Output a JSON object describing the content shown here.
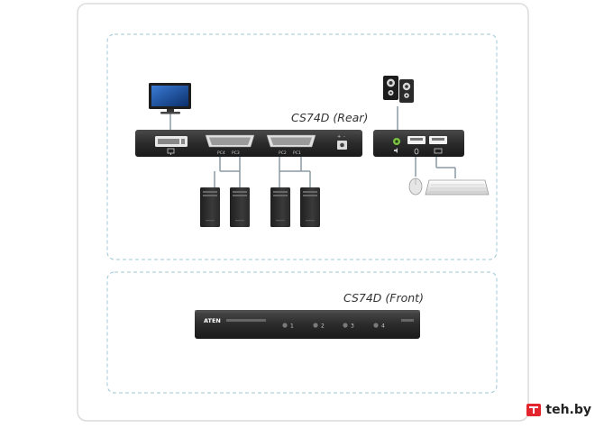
{
  "diagram": {
    "rear_label": "CS74D (Rear)",
    "front_label": "CS74D (Front)",
    "rear_ports": {
      "pc4": "PC4",
      "pc3": "PC3",
      "pc2": "PC2",
      "pc1": "PC1"
    },
    "front": {
      "brand": "ATEN",
      "ports": [
        "1",
        "2",
        "3",
        "4"
      ]
    }
  },
  "watermark": {
    "text": "teh.by"
  },
  "icons": {
    "monitor": "monitor-icon",
    "speakers": "speakers-icon",
    "pc_tower": "pc-tower-icon",
    "mouse": "mouse-icon",
    "keyboard": "keyboard-icon",
    "power_plug": "power-plug-icon"
  },
  "colors": {
    "device_body": "#2b2b2b",
    "panel_border": "#9fc7d6",
    "outer_frame": "#d9d9d9",
    "cable": "#8a9aa5",
    "usb_port": "#f2f2f2",
    "audio_jack": "#7cc242"
  }
}
